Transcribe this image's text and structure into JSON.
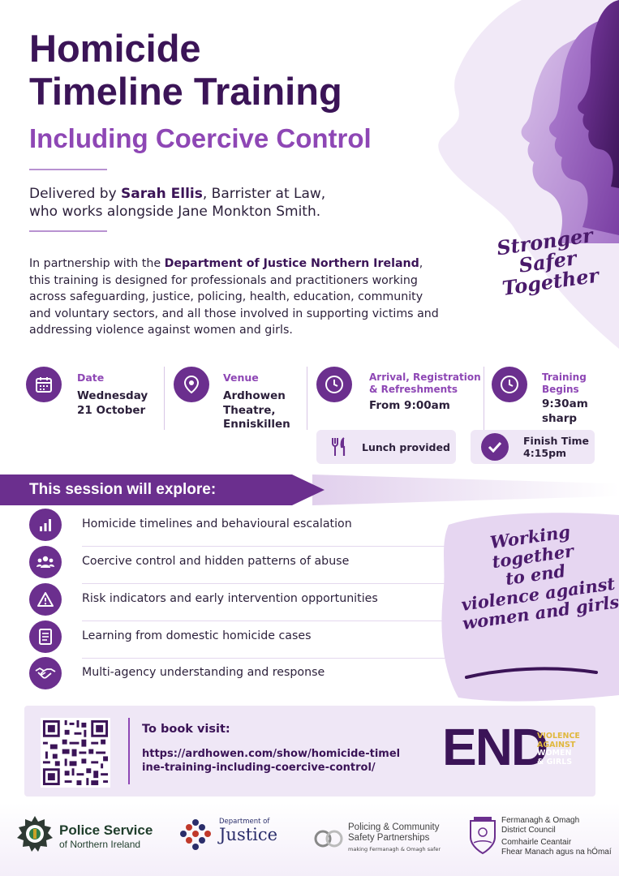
{
  "title_line1": "Homicide",
  "title_line2": "Timeline Training",
  "subtitle": "Including Coercive Control",
  "delivered": {
    "prefix": "Delivered by ",
    "name": "Sarah Ellis",
    "suffix": ", Barrister at Law,",
    "line2": "who works alongside Jane Monkton Smith."
  },
  "intro": {
    "prefix": "In partnership with the ",
    "partner": "Department of Justice Northern Ireland",
    "rest": ", this training is designed for professionals and practitioners working across safeguarding, justice, policing, health, education, community and voluntary sectors, and all those involved in supporting victims and addressing violence against women and girls."
  },
  "slogan_top": [
    "Stronger",
    "Safer",
    "Together"
  ],
  "info": {
    "date_label": "Date",
    "date_value": [
      "Wednesday",
      "21 October"
    ],
    "venue_label": "Venue",
    "venue_value": [
      "Ardhowen",
      "Theatre,",
      "Enniskillen"
    ],
    "arrival_label": [
      "Arrival, Registration",
      "& Refreshments"
    ],
    "arrival_value": "From 9:00am",
    "training_label": [
      "Training",
      "Begins"
    ],
    "training_value": [
      "9:30am",
      "sharp"
    ],
    "lunch": "Lunch provided",
    "finish_label": "Finish Time",
    "finish_value": "4:15pm"
  },
  "explore": {
    "heading": "This session will explore:",
    "items": [
      {
        "label": "Homicide timelines and behavioural escalation",
        "icon": "bar-chart-icon"
      },
      {
        "label": "Coercive control and hidden patterns of abuse",
        "icon": "people-icon"
      },
      {
        "label": "Risk indicators and early intervention opportunities",
        "icon": "warning-icon"
      },
      {
        "label": "Learning from domestic homicide cases",
        "icon": "document-icon"
      },
      {
        "label": "Multi-agency understanding and response",
        "icon": "handshake-icon"
      }
    ]
  },
  "slogan_mid": [
    "Working",
    "together",
    "to end",
    "violence against",
    "women and girls"
  ],
  "booking": {
    "label": "To book visit:",
    "url": "https://ardhowen.com/show/homicide-timeline-training-including-coercive-control/"
  },
  "end_logo": {
    "word": "END",
    "line1": "VIOLENCE",
    "line2": "AGAINST",
    "line3": "WOMEN",
    "line4": "& GIRLS"
  },
  "footer": {
    "psni_1": "Police Service",
    "psni_2": "of Northern Ireland",
    "doj_1": "Department of",
    "doj_2": "Justice",
    "pcsp_1": "Policing & Community",
    "pcsp_2": "Safety Partnerships",
    "pcsp_3": "making Fermanagh & Omagh safer",
    "fo_1": "Fermanagh & Omagh",
    "fo_2": "District Council",
    "fo_3": "Comhairle Ceantair",
    "fo_4": "Fhear Manach agus na hÓmaí"
  },
  "colors": {
    "primary": "#3b1457",
    "accent": "#8e47b5",
    "icon_bg": "#6b2f8e",
    "panel": "#efe7f6",
    "end_yellow": "#e0b83e"
  }
}
